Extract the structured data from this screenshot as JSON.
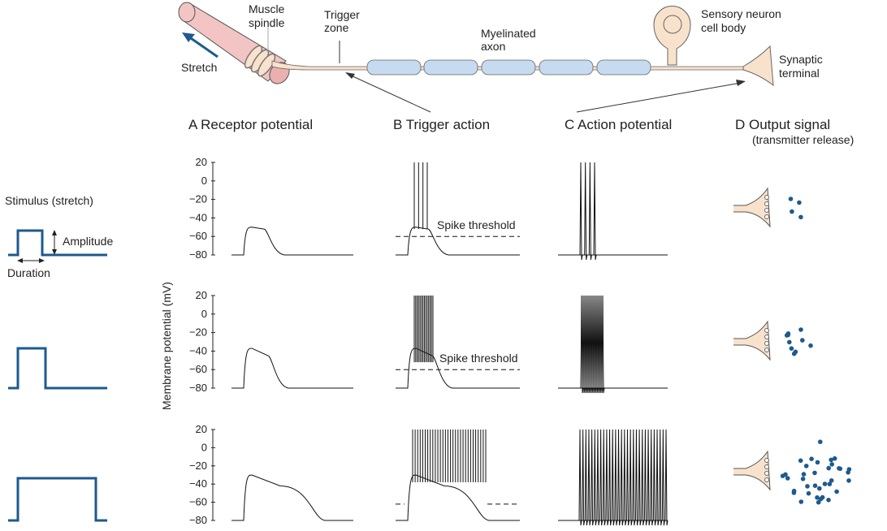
{
  "anatomy": {
    "stretch": "Stretch",
    "muscle_spindle": [
      "Muscle",
      "spindle"
    ],
    "trigger_zone": [
      "Trigger",
      "zone"
    ],
    "myelinated_axon": [
      "Myelinated",
      "axon"
    ],
    "cell_body": [
      "Sensory neuron",
      "cell body"
    ],
    "synaptic_terminal": [
      "Synaptic",
      "terminal"
    ]
  },
  "headers": {
    "a": "A  Receptor potential",
    "b": "B  Trigger action",
    "c": "C  Action potential",
    "d": "D  Output signal",
    "d2": "(transmitter release)"
  },
  "stimulus": {
    "title": "Stimulus (stretch)",
    "amplitude": "Amplitude",
    "duration": "Duration"
  },
  "y_axis_label": "Membrane potential (mV)",
  "y_ticks": [
    "20",
    "0",
    "−20",
    "−40",
    "−60",
    "−80"
  ],
  "spike_threshold_label": "Spike threshold",
  "colors": {
    "stimulus": "#1d5a8e",
    "neuron": "#f9e2cc",
    "myelin": "#c6dbef",
    "muscle": "#f2c4c4",
    "vesicle": "#1d5a8e"
  },
  "rows": [
    {
      "receptor_peak_mV": -50,
      "spike_count_trigger": 4,
      "spike_count_action": 4,
      "vesicles": 4
    },
    {
      "receptor_peak_mV": -37,
      "spike_count_trigger": 14,
      "spike_count_action": 14,
      "vesicles": 10
    },
    {
      "receptor_peak_mV": -30,
      "spike_count_trigger": 30,
      "spike_count_action": 30,
      "vesicles": 36
    }
  ]
}
